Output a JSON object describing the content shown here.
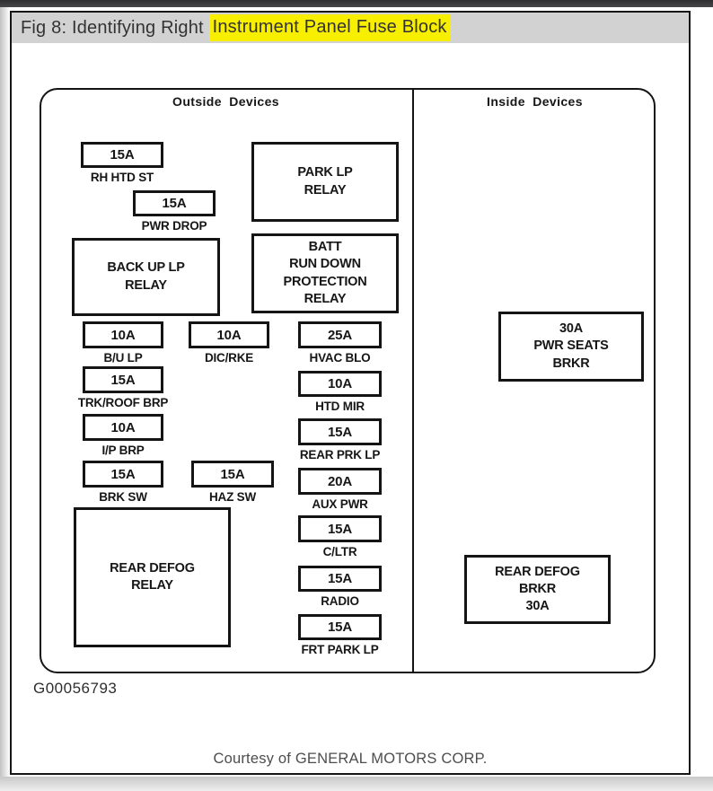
{
  "window": {
    "title_prefix": "Fig 8: Identifying Right ",
    "title_highlight": "Instrument Panel Fuse Block"
  },
  "diagram": {
    "sections": {
      "left": "Outside Devices",
      "right": "Inside Devices"
    },
    "fuses": [
      {
        "amp": "15A",
        "label": "RH HTD ST"
      },
      {
        "amp": "15A",
        "label": "PWR DROP"
      },
      {
        "amp": "10A",
        "label": "B/U LP"
      },
      {
        "amp": "10A",
        "label": "DIC/RKE"
      },
      {
        "amp": "25A",
        "label": "HVAC BLO"
      },
      {
        "amp": "15A",
        "label": "TRK/ROOF BRP"
      },
      {
        "amp": "10A",
        "label": "HTD MIR"
      },
      {
        "amp": "10A",
        "label": "I/P BRP"
      },
      {
        "amp": "15A",
        "label": "REAR PRK LP"
      },
      {
        "amp": "15A",
        "label": "BRK SW"
      },
      {
        "amp": "15A",
        "label": "HAZ SW"
      },
      {
        "amp": "20A",
        "label": "AUX PWR"
      },
      {
        "amp": "15A",
        "label": "C/LTR"
      },
      {
        "amp": "15A",
        "label": "RADIO"
      },
      {
        "amp": "15A",
        "label": "FRT PARK LP"
      }
    ],
    "relays": [
      {
        "text": "PARK LP\nRELAY"
      },
      {
        "text": "BATT\nRUN DOWN\nPROTECTION\nRELAY"
      },
      {
        "text": "BACK UP LP\nRELAY"
      },
      {
        "text": "REAR DEFOG\nRELAY"
      },
      {
        "text": "30A\nPWR SEATS\nBRKR"
      },
      {
        "text": "REAR DEFOG\nBRKR\n30A"
      }
    ],
    "figure_id": "G00056793"
  },
  "footer": {
    "credit": "Courtesy of GENERAL MOTORS CORP."
  },
  "colors": {
    "highlight": "#f8ee00",
    "titlebar_bg": "#d2d2d2",
    "topbar_bg": "#3b3b3e",
    "line": "#141414"
  }
}
